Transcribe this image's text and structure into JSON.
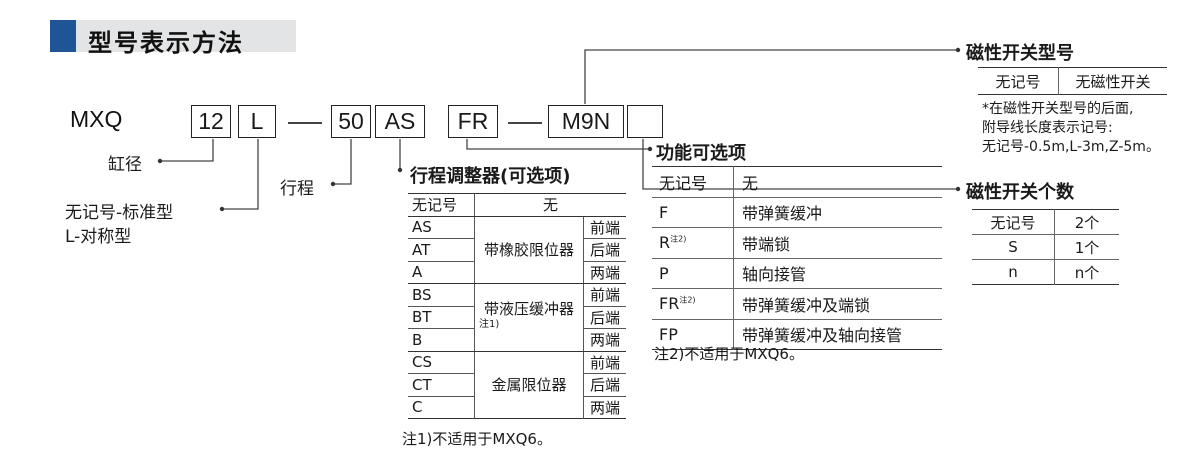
{
  "section_title": "型号表示方法",
  "model": {
    "prefix": "MXQ",
    "bore": "12",
    "type": "L",
    "stroke": "50",
    "adjuster": "AS",
    "function": "FR",
    "switch": "M9N",
    "switch_count": ""
  },
  "labels": {
    "bore": "缸径",
    "type_line1": "无记号-标准型",
    "type_line2": "L-对称型",
    "stroke": "行程",
    "adjuster_title": "行程调整器(可选项)",
    "function_title": "功能可选项",
    "switch_title": "磁性开关型号",
    "count_title": "磁性开关个数"
  },
  "adjuster_table": {
    "header": [
      "无记号",
      "无"
    ],
    "groups": [
      {
        "name": "带橡胶限位器",
        "note": "",
        "rows": [
          [
            "AS",
            "前端"
          ],
          [
            "AT",
            "后端"
          ],
          [
            "A",
            "两端"
          ]
        ]
      },
      {
        "name": "带液压缓冲器",
        "note": "注1)",
        "rows": [
          [
            "BS",
            "前端"
          ],
          [
            "BT",
            "后端"
          ],
          [
            "B",
            "两端"
          ]
        ]
      },
      {
        "name": "金属限位器",
        "note": "",
        "rows": [
          [
            "CS",
            "前端"
          ],
          [
            "CT",
            "后端"
          ],
          [
            "C",
            "两端"
          ]
        ]
      }
    ],
    "footnote": "注1)不适用于MXQ6。"
  },
  "function_table": {
    "rows": [
      {
        "code": "无记号",
        "sup": "",
        "desc": "无"
      },
      {
        "code": "F",
        "sup": "",
        "desc": "带弹簧缓冲"
      },
      {
        "code": "R",
        "sup": "注2)",
        "desc": "带端锁"
      },
      {
        "code": "P",
        "sup": "",
        "desc": "轴向接管"
      },
      {
        "code": "FR",
        "sup": "注2)",
        "desc": "带弹簧缓冲及端锁"
      },
      {
        "code": "FP",
        "sup": "",
        "desc": "带弹簧缓冲及轴向接管"
      }
    ],
    "footnote": "注2)不适用于MXQ6。"
  },
  "switch_table": {
    "row": [
      "无记号",
      "无磁性开关"
    ],
    "note_line1": "*在磁性开关型号的后面,",
    "note_line2": "附导线长度表示记号:",
    "note_line3": "无记号-0.5m,L-3m,Z-5m。"
  },
  "count_table": {
    "rows": [
      [
        "无记号",
        "2个"
      ],
      [
        "S",
        "1个"
      ],
      [
        "n",
        "n个"
      ]
    ]
  }
}
